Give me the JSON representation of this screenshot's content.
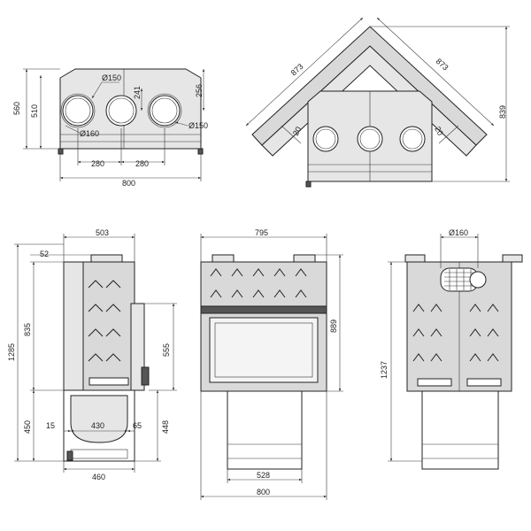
{
  "top_view": {
    "d150_top": "Ø150",
    "d150_right": "Ø150",
    "d160": "Ø160",
    "dim_241": "241",
    "dim_256": "256",
    "dim_560": "560",
    "dim_510": "510",
    "dim_280_left": "280",
    "dim_280_right": "280",
    "dim_800": "800"
  },
  "corner_view": {
    "dim_873_left": "873",
    "dim_873_right": "873",
    "dim_20_left": "20",
    "dim_20_right": "20",
    "dim_839": "839"
  },
  "side_view": {
    "dim_503": "503",
    "dim_52": "52",
    "dim_835": "835",
    "dim_1285": "1285",
    "dim_555": "555",
    "dim_450": "450",
    "dim_15": "15",
    "dim_430": "430",
    "dim_65": "65",
    "dim_448": "448",
    "dim_460": "460"
  },
  "front_view": {
    "dim_795": "795",
    "dim_889": "889",
    "dim_528": "528",
    "dim_800": "800"
  },
  "back_view": {
    "d160": "Ø160",
    "dim_1237": "1237"
  }
}
